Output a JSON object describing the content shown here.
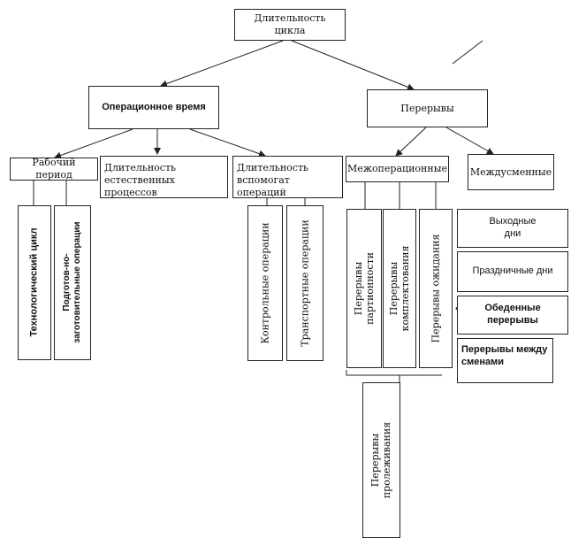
{
  "root": {
    "label": "Длительность цикла"
  },
  "level1": {
    "operational": "Операционное время",
    "breaks": "Перерывы"
  },
  "level2": {
    "work_period": "Рабочий период",
    "natural": "Длительность естественных процессов",
    "auxiliary": "Длительность вспомогат операций",
    "interop": "Межоперационные",
    "intershift": "Междусменные"
  },
  "work_period_children": {
    "technological": "Технологический цикл",
    "preparatory": "Подготов-но-заготовительные операции"
  },
  "auxiliary_children": {
    "control": "Контрольные операции",
    "transport": "Транспортные операции"
  },
  "interop_children": {
    "batch": "Перерывы\nпартионности",
    "assembly": "Перерывы\nкомплектования",
    "waiting": "Перерывы ожидания"
  },
  "interop_summary": "Перерывы\nпролеживания",
  "intershift_children": {
    "weekends": "Выходные\nдни",
    "holidays": "Праздничные дни",
    "lunch": "Обеденные перерывы",
    "between_shifts": "Перерывы между\nсменами"
  }
}
